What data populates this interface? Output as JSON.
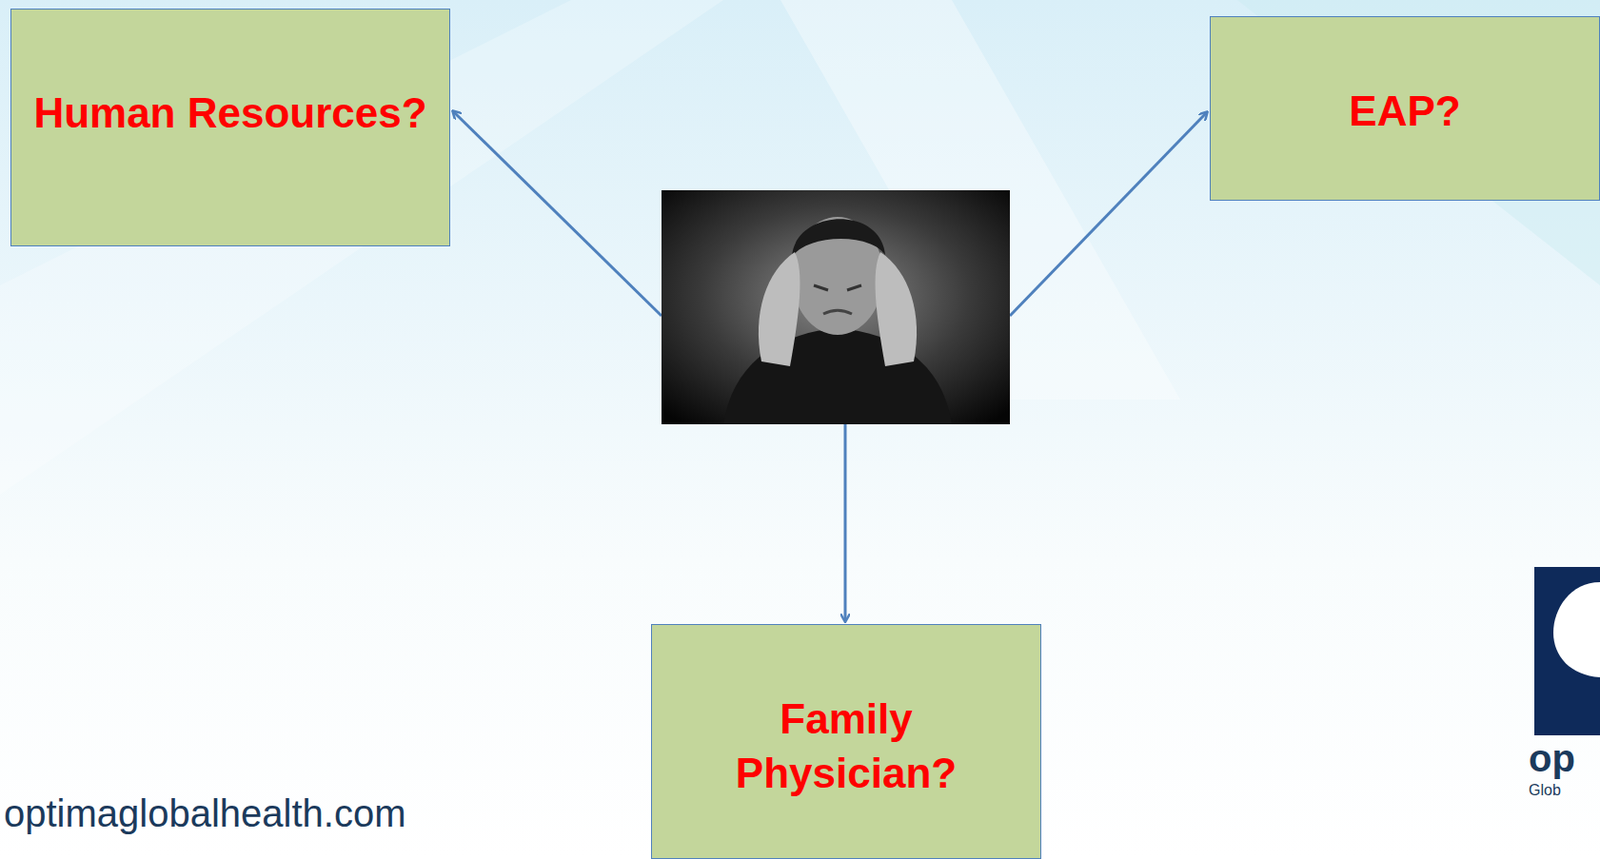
{
  "diagram": {
    "nodes": [
      {
        "text": [
          "Human Resources?"
        ]
      },
      {
        "text": [
          "EAP?"
        ]
      },
      {
        "text": [
          "Family Physician?"
        ]
      }
    ],
    "labels": [
      "optimaglobalhealth.com",
      "op",
      "Glob"
    ]
  }
}
